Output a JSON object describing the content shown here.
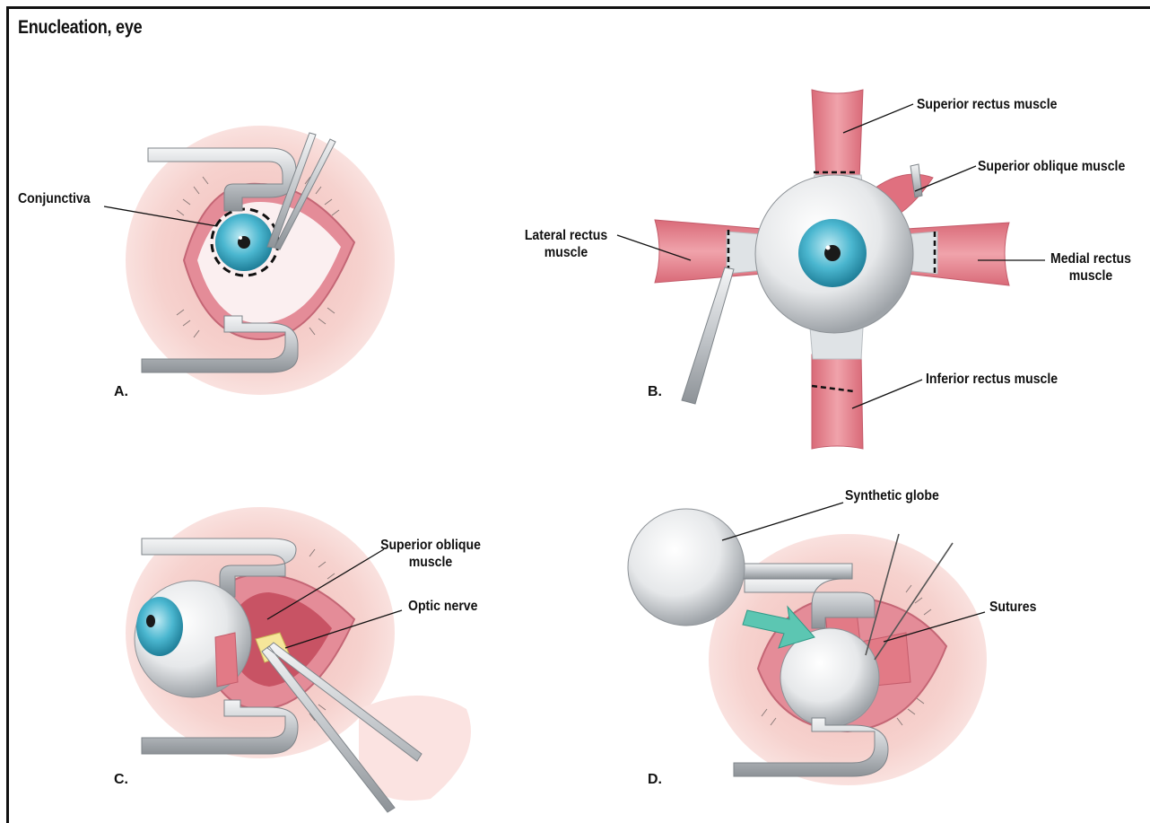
{
  "title": "Enucleation, eye",
  "panels": {
    "a": {
      "letter": "A.",
      "labels": {
        "conjunctiva": "Conjunctiva"
      }
    },
    "b": {
      "letter": "B.",
      "labels": {
        "superior_rectus": "Superior rectus muscle",
        "superior_oblique": "Superior oblique muscle",
        "lateral_rectus_1": "Lateral rectus",
        "lateral_rectus_2": "muscle",
        "medial_rectus_1": "Medial rectus",
        "medial_rectus_2": "muscle",
        "inferior_rectus": "Inferior rectus muscle"
      }
    },
    "c": {
      "letter": "C.",
      "labels": {
        "superior_oblique_1": "Superior oblique",
        "superior_oblique_2": "muscle",
        "optic_nerve": "Optic nerve"
      }
    },
    "d": {
      "letter": "D.",
      "labels": {
        "synthetic_globe": "Synthetic globe",
        "sutures": "Sutures"
      }
    }
  },
  "colors": {
    "skin": "#f4c9c4",
    "muscle": "#e27a86",
    "iris": "#4bb7d0",
    "tendon": "#d9dde0",
    "instrument": "#c9cdd1",
    "arrow": "#5cc6b2",
    "nerve": "#f6e69a"
  }
}
